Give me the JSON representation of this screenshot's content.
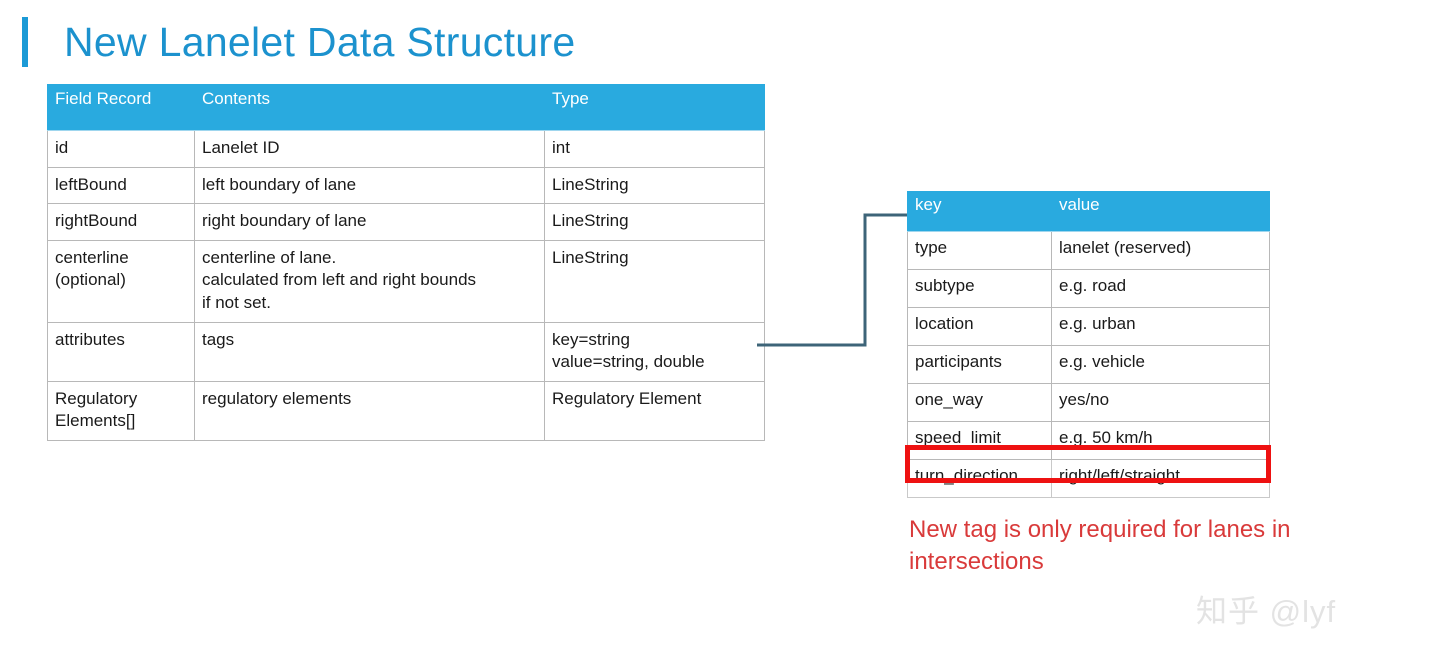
{
  "title": {
    "text": "New Lanelet Data Structure",
    "accent_color": "#1B9AD6",
    "text_color": "#1C92CE"
  },
  "fields_table": {
    "header_bg": "#29AADF",
    "columns": [
      "Field Record",
      "Contents",
      "Type"
    ],
    "rows": [
      {
        "field": "id",
        "contents": "Lanelet ID",
        "type": "int"
      },
      {
        "field": "leftBound",
        "contents": "left boundary of lane",
        "type": "LineString"
      },
      {
        "field": "rightBound",
        "contents": "right boundary of lane",
        "type": "LineString"
      },
      {
        "field": "centerline\n(optional)",
        "contents": "centerline of lane.\ncalculated from left and right bounds\nif not set.",
        "type": "LineString"
      },
      {
        "field": "attributes",
        "contents": "tags",
        "type": "key=string\nvalue=string, double"
      },
      {
        "field": "Regulatory\nElements[]",
        "contents": "regulatory elements",
        "type": "Regulatory Element"
      }
    ]
  },
  "tags_table": {
    "header_bg": "#29AADF",
    "columns": [
      "key",
      "value"
    ],
    "rows": [
      {
        "key": "type",
        "value": "lanelet (reserved)",
        "highlighted": false
      },
      {
        "key": "subtype",
        "value": "e.g. road",
        "highlighted": false
      },
      {
        "key": "location",
        "value": "e.g. urban",
        "highlighted": false
      },
      {
        "key": "participants",
        "value": "e.g. vehicle",
        "highlighted": false
      },
      {
        "key": "one_way",
        "value": "yes/no",
        "highlighted": false
      },
      {
        "key": "speed_limit",
        "value": "e.g. 50 km/h",
        "highlighted": false
      },
      {
        "key": "turn_direction",
        "value": "right/left/straight",
        "highlighted": true
      }
    ],
    "highlight_color": "#EE1111"
  },
  "connector": {
    "color": "#3D6478",
    "from_row": "attributes",
    "to_table": "tags_table"
  },
  "note": {
    "text": "New tag is only required for lanes in intersections",
    "color": "#D93A3A"
  },
  "watermark": {
    "text": "知乎 @lyf"
  }
}
